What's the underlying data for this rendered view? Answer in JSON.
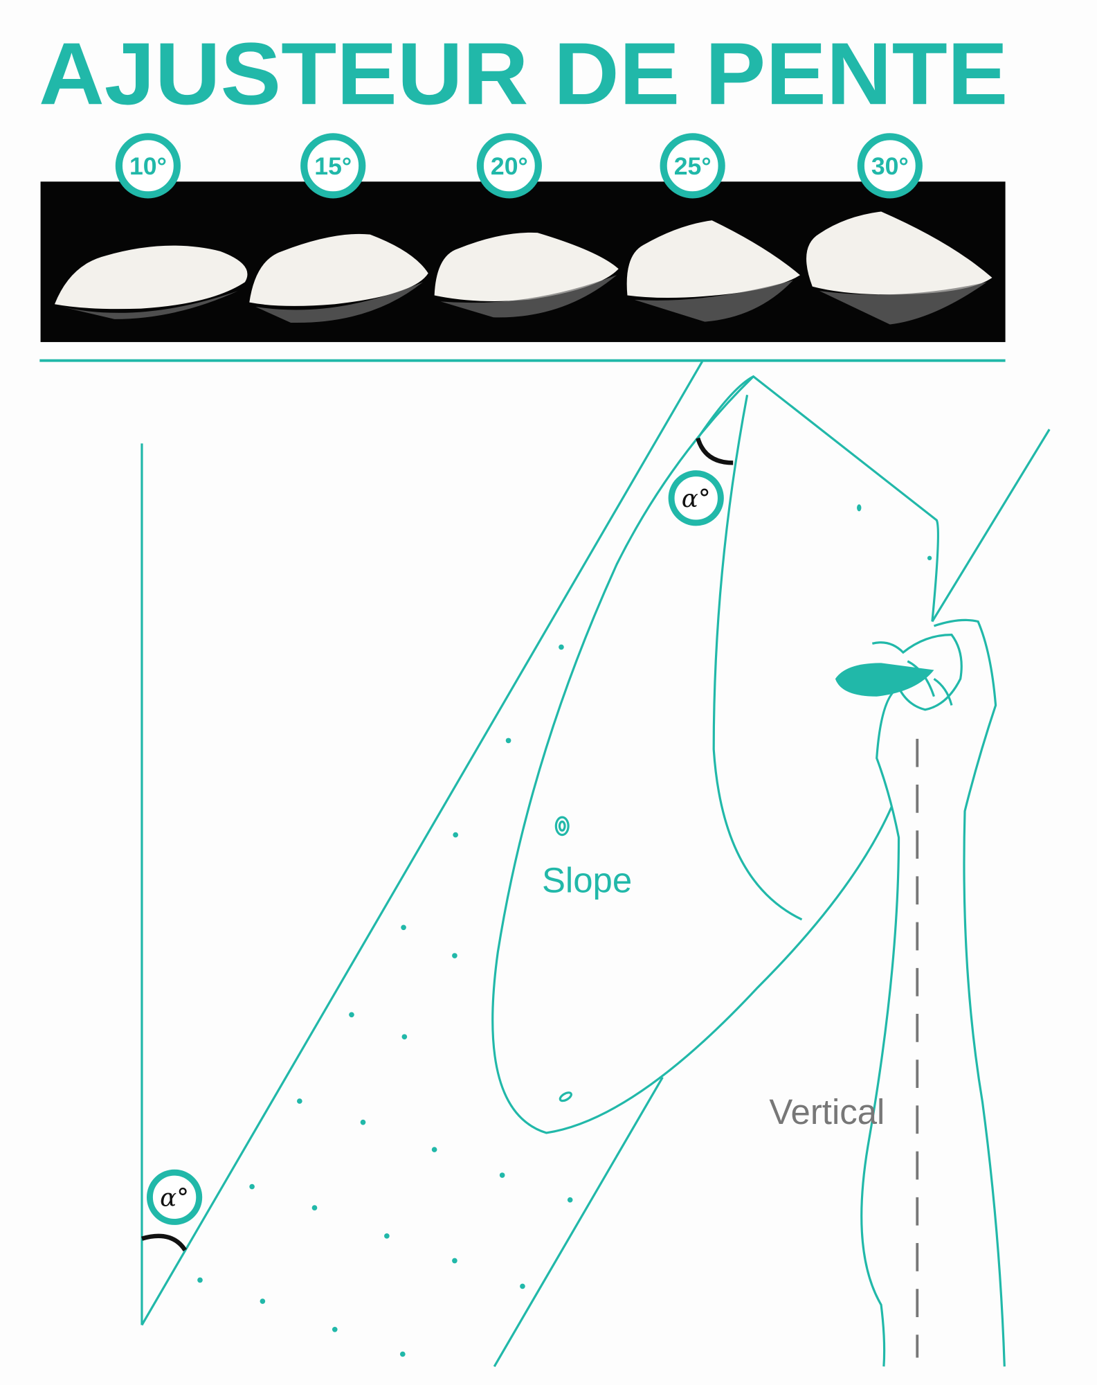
{
  "title": "AJUSTEUR DE PENTE",
  "angles": [
    "10°",
    "15°",
    "20°",
    "25°",
    "30°"
  ],
  "alpha_label": "α°",
  "labels": {
    "slope": "Slope",
    "vertical": "Vertical"
  },
  "colors": {
    "teal": "#21b8a9",
    "black": "#050505",
    "gray": "#777777"
  }
}
